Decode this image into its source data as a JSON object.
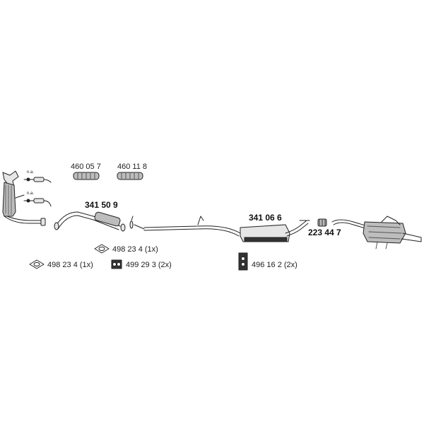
{
  "parts": {
    "front_pipe": "341 50 9",
    "middle_silencer": "341 06 6",
    "clamp_rear": "223 44 7",
    "flex_pipe_a": "460 05 7",
    "flex_pipe_b": "460 11 8"
  },
  "accessories": {
    "gasket_upper": "498 23 4 (1x)",
    "gasket_lower": "498 23 4 (1x)",
    "rubber_mount_a": "499 29 3 (2x)",
    "rubber_mount_b": "496 16 2 (2x)"
  },
  "notes": {
    "sensor_upper": "n.a.",
    "sensor_lower": "n.a."
  },
  "colors": {
    "line": "#222222",
    "fill_light": "#e6e6e6",
    "fill_mid": "#bdbdbd",
    "fill_dark": "#333333"
  }
}
